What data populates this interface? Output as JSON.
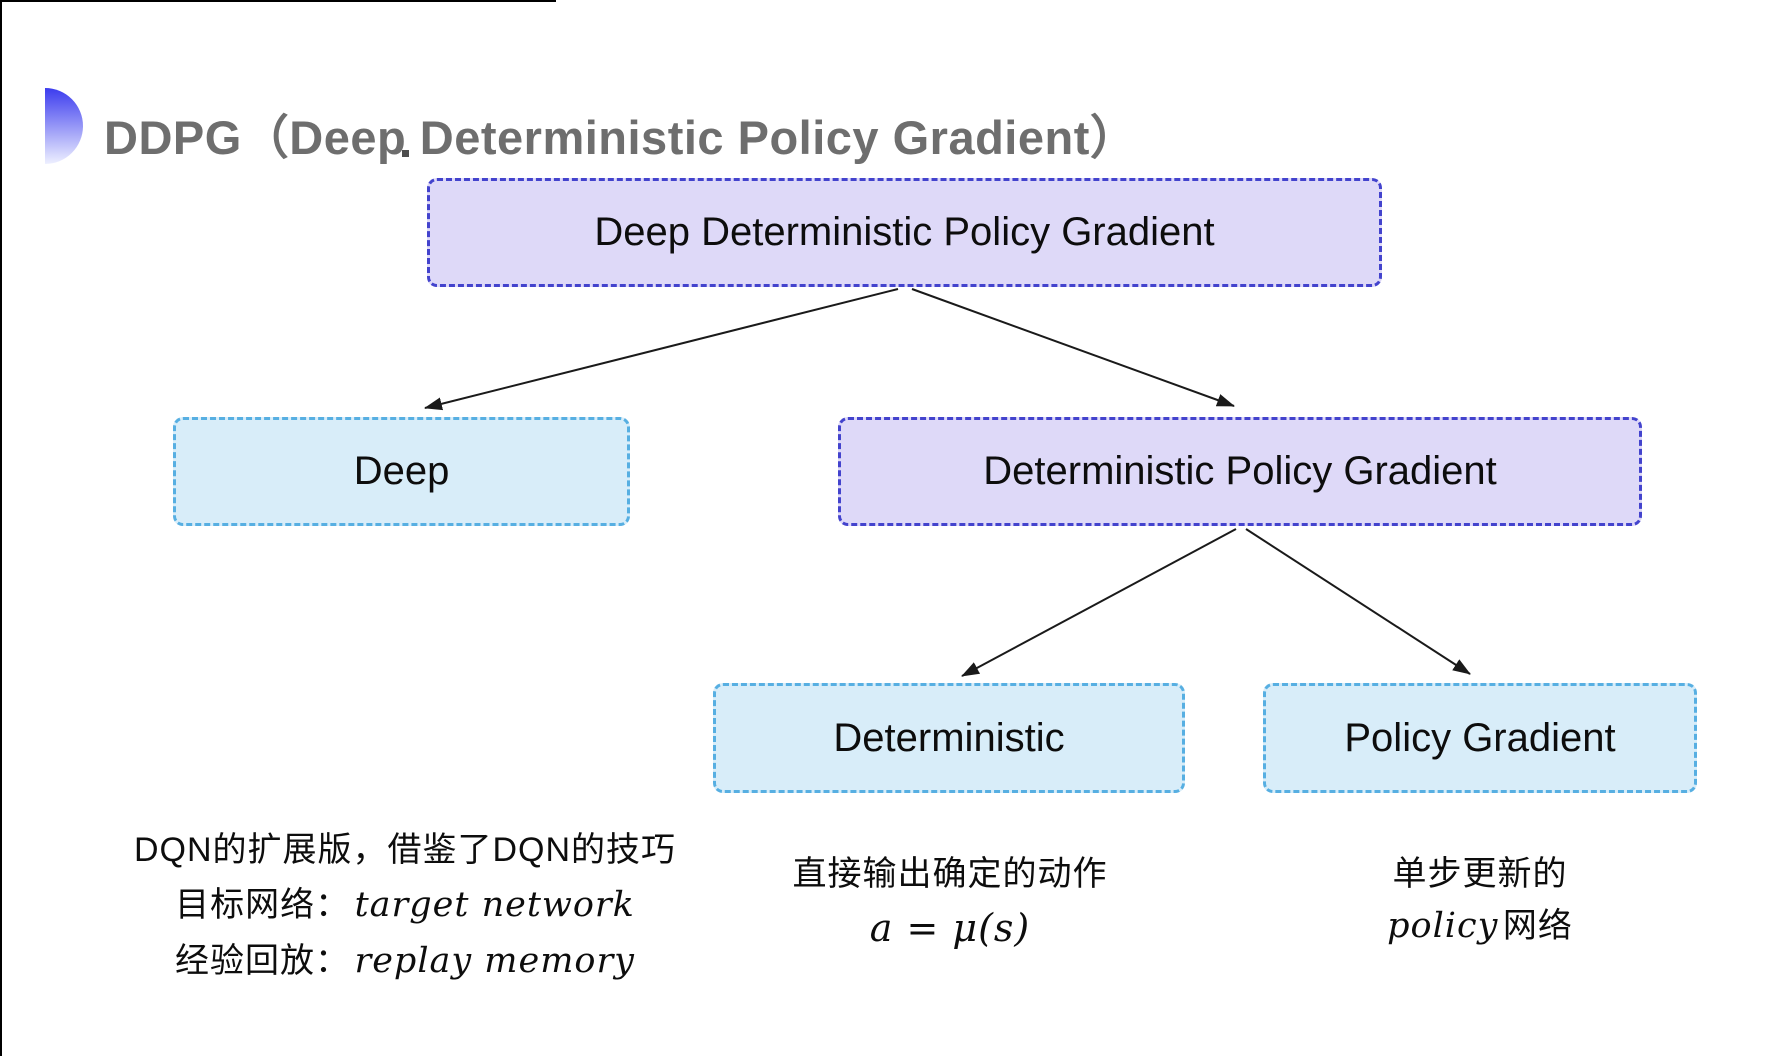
{
  "page": {
    "title": "DDPG（Deep Deterministic Policy Gradient）"
  },
  "diagram": {
    "nodes": [
      {
        "id": "ddpg",
        "label": "Deep Deterministic Policy Gradient",
        "style": "purple"
      },
      {
        "id": "deep",
        "label": "Deep",
        "style": "cyan"
      },
      {
        "id": "dpg",
        "label": "Deterministic Policy Gradient",
        "style": "purple"
      },
      {
        "id": "det",
        "label": "Deterministic",
        "style": "cyan"
      },
      {
        "id": "pg",
        "label": "Policy Gradient",
        "style": "cyan"
      }
    ],
    "edges": [
      {
        "from": "ddpg",
        "to": "deep"
      },
      {
        "from": "ddpg",
        "to": "dpg"
      },
      {
        "from": "dpg",
        "to": "det"
      },
      {
        "from": "dpg",
        "to": "pg"
      }
    ]
  },
  "notes": {
    "dqn": {
      "line1": "DQN的扩展版，借鉴了DQN的技巧",
      "target_label": "目标网络：",
      "target_value": "target network",
      "replay_label": "经验回放：",
      "replay_value": "replay memory"
    },
    "deterministic": {
      "line1": "直接输出确定的动作",
      "formula": "a = μ(s)"
    },
    "policy_gradient": {
      "line1": "单步更新的",
      "line2_en": "policy",
      "line2_cjk": " 网络"
    }
  },
  "colors": {
    "purple_fill": "#ded9f8",
    "purple_border": "#4343cd",
    "cyan_fill": "#d8edf9",
    "cyan_border": "#57afe2",
    "title_gray": "#6e6e6e",
    "ink": "#0d0d0d",
    "arrow": "#1a1a1a",
    "icon_top": "#3c3cee",
    "icon_bottom": "#eef0ff"
  }
}
